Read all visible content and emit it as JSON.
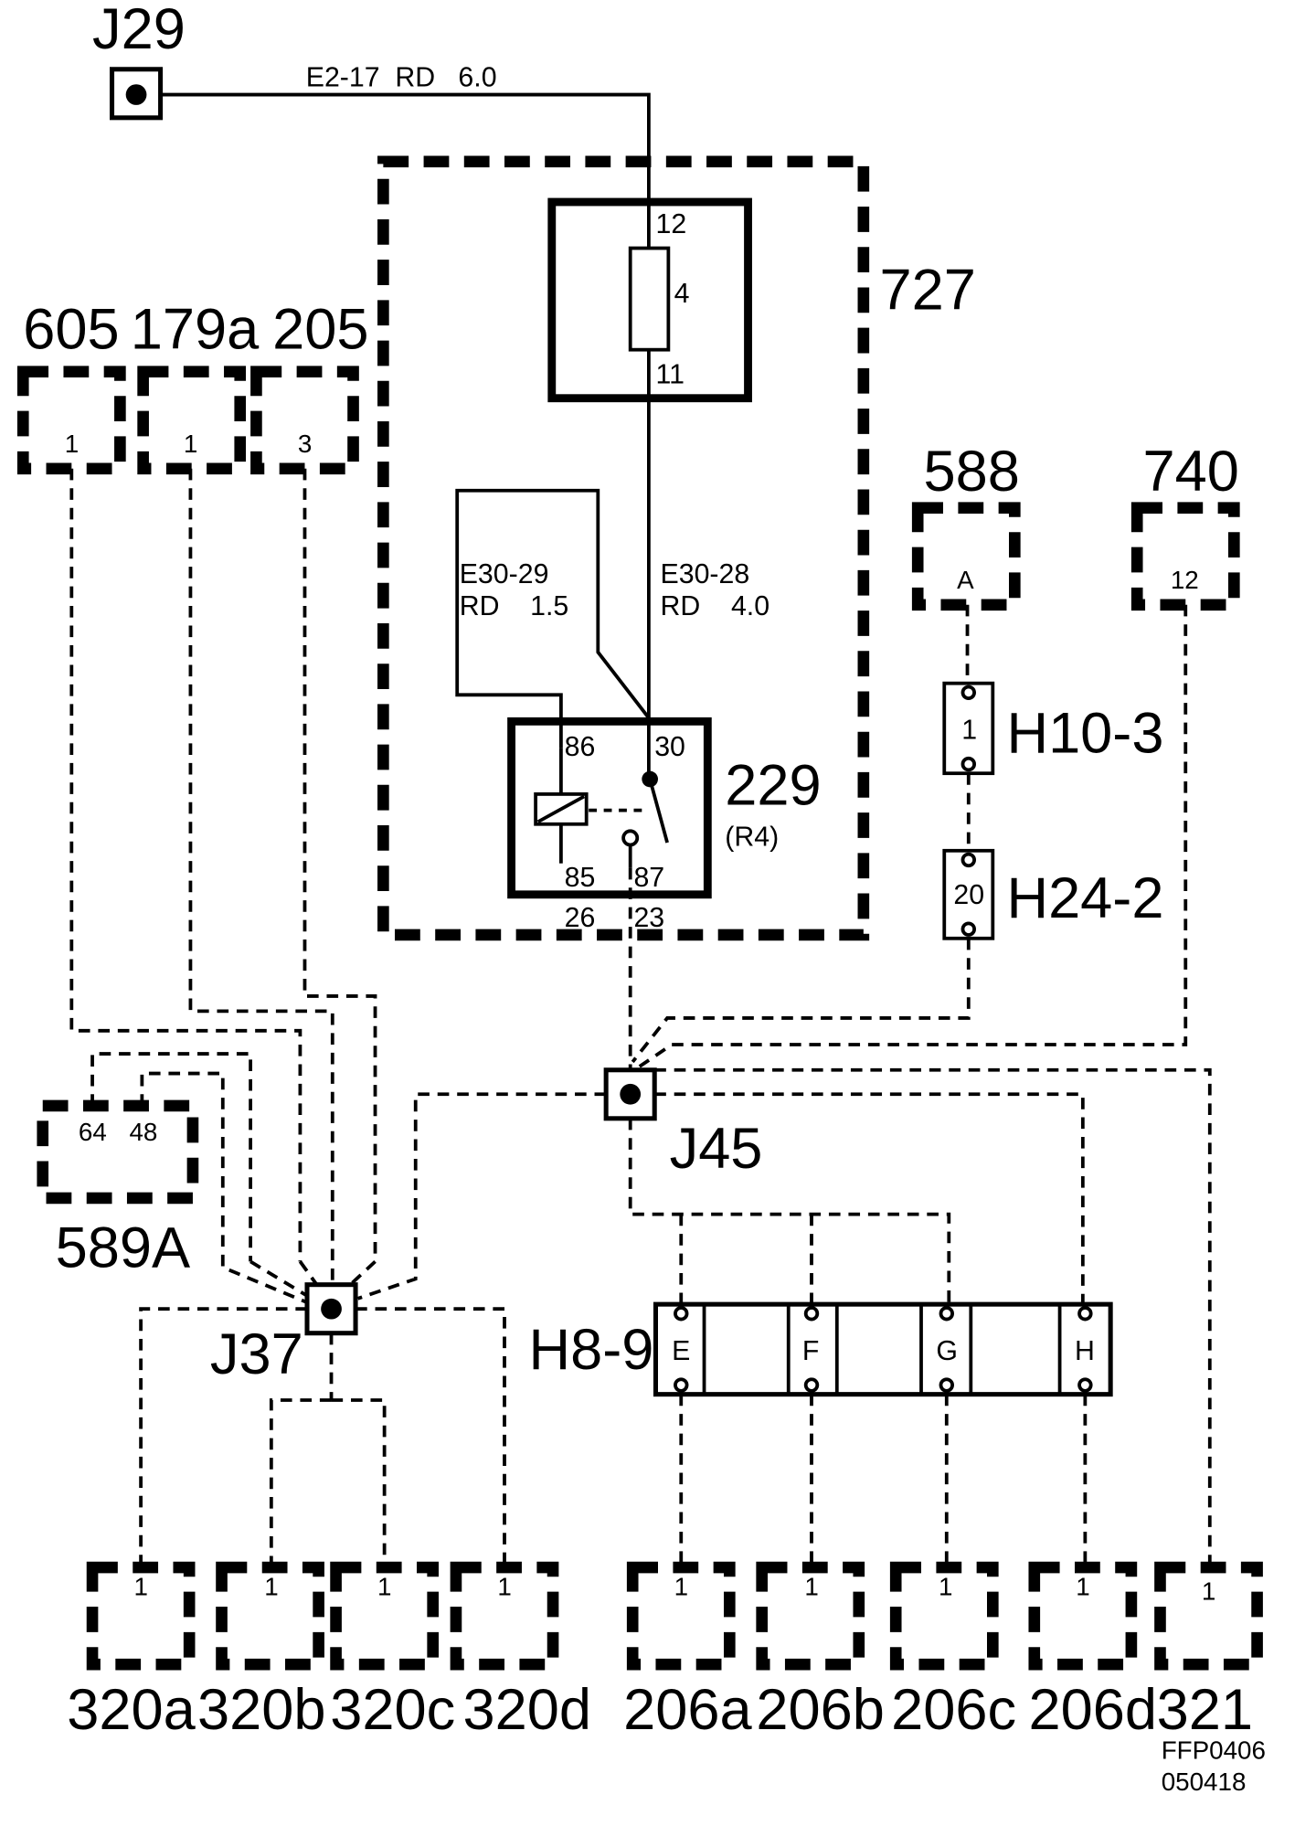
{
  "nodes": {
    "j29": "J29",
    "j45": "J45",
    "j37": "J37"
  },
  "wires": {
    "e2_17": "E2-17  RD   6.0",
    "e30_29_id": "E30-29",
    "e30_29_spec": "RD    1.5",
    "e30_28_id": "E30-28",
    "e30_28_spec": "RD    4.0"
  },
  "fuse_box": {
    "label": "727",
    "fuse_number": "4",
    "pin_in": "12",
    "pin_out": "11"
  },
  "relay": {
    "label": "229",
    "sublabel": "(R4)",
    "pin_86": "86",
    "pin_30": "30",
    "pin_85": "85",
    "pin_87": "87",
    "term_26": "26",
    "term_23": "23"
  },
  "top_connectors": [
    {
      "label": "605",
      "pin": "1"
    },
    {
      "label": "179a",
      "pin": "1"
    },
    {
      "label": "205",
      "pin": "3"
    }
  ],
  "right_connectors": [
    {
      "label": "588",
      "pin": "A"
    },
    {
      "label": "740",
      "pin": "12"
    }
  ],
  "inline_connectors": [
    {
      "label": "H10-3",
      "pin": "1"
    },
    {
      "label": "H24-2",
      "pin": "20"
    }
  ],
  "connector_589a": {
    "label": "589A",
    "pins": [
      "64",
      "48"
    ]
  },
  "h8_9": {
    "label": "H8-9",
    "pins": [
      "E",
      "F",
      "G",
      "H"
    ]
  },
  "bottom_connectors": [
    {
      "label": "320a",
      "pin": "1"
    },
    {
      "label": "320b",
      "pin": "1"
    },
    {
      "label": "320c",
      "pin": "1"
    },
    {
      "label": "320d",
      "pin": "1"
    },
    {
      "label": "206a",
      "pin": "1"
    },
    {
      "label": "206b",
      "pin": "1"
    },
    {
      "label": "206c",
      "pin": "1"
    },
    {
      "label": "206d",
      "pin": "1"
    },
    {
      "label": "321",
      "pin": "1"
    }
  ],
  "footer": {
    "code": "FFP0406",
    "date": "050418"
  }
}
